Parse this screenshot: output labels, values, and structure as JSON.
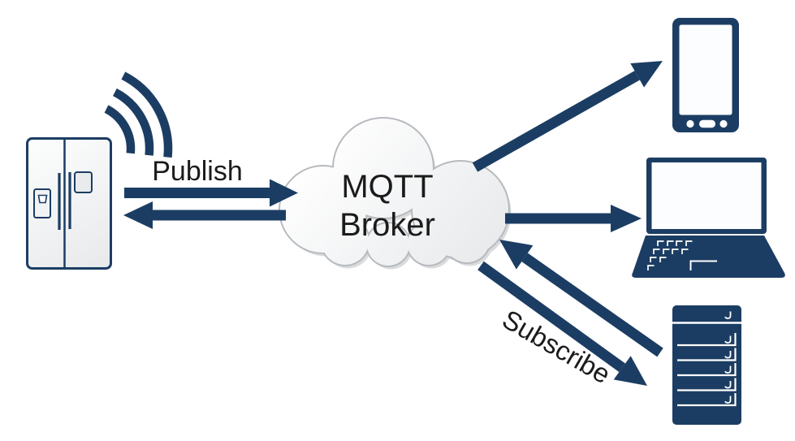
{
  "background_color": "#ffffff",
  "colors": {
    "device_navy": "#1c3d63",
    "cloud_outline": "#b7bbbf",
    "cloud_fill_top": "#ffffff",
    "cloud_fill_bottom": "#e7e9eb",
    "cloud_shadow": "#d9dbdd",
    "label_text": "#1b1b1b"
  },
  "broker_cloud": {
    "label_line1": "MQTT",
    "label_line2": "Broker"
  },
  "flow_labels": {
    "publish": "Publish",
    "subscribe": "Subscribe"
  },
  "nodes": {
    "publisher": {
      "name": "smart-refrigerator",
      "icons": [
        "refrigerator-icon",
        "wifi-signal-icon"
      ]
    },
    "broker": {
      "name": "mqtt-broker",
      "icons": [
        "cloud-icon"
      ]
    },
    "subscribers": [
      {
        "name": "smartphone",
        "icons": [
          "smartphone-icon"
        ]
      },
      {
        "name": "laptop",
        "icons": [
          "laptop-icon"
        ]
      },
      {
        "name": "server",
        "icons": [
          "server-icon"
        ]
      }
    ]
  },
  "arrows": [
    {
      "name": "publish-arrow",
      "from": "refrigerator",
      "to": "broker"
    },
    {
      "name": "publish-return-arrow",
      "from": "broker",
      "to": "refrigerator"
    },
    {
      "name": "broker-to-smartphone-arrow",
      "from": "broker",
      "to": "smartphone"
    },
    {
      "name": "broker-to-laptop-arrow",
      "from": "broker",
      "to": "laptop"
    },
    {
      "name": "subscribe-arrow",
      "from": "server",
      "to": "broker"
    },
    {
      "name": "broker-to-server-arrow",
      "from": "broker",
      "to": "server"
    }
  ]
}
